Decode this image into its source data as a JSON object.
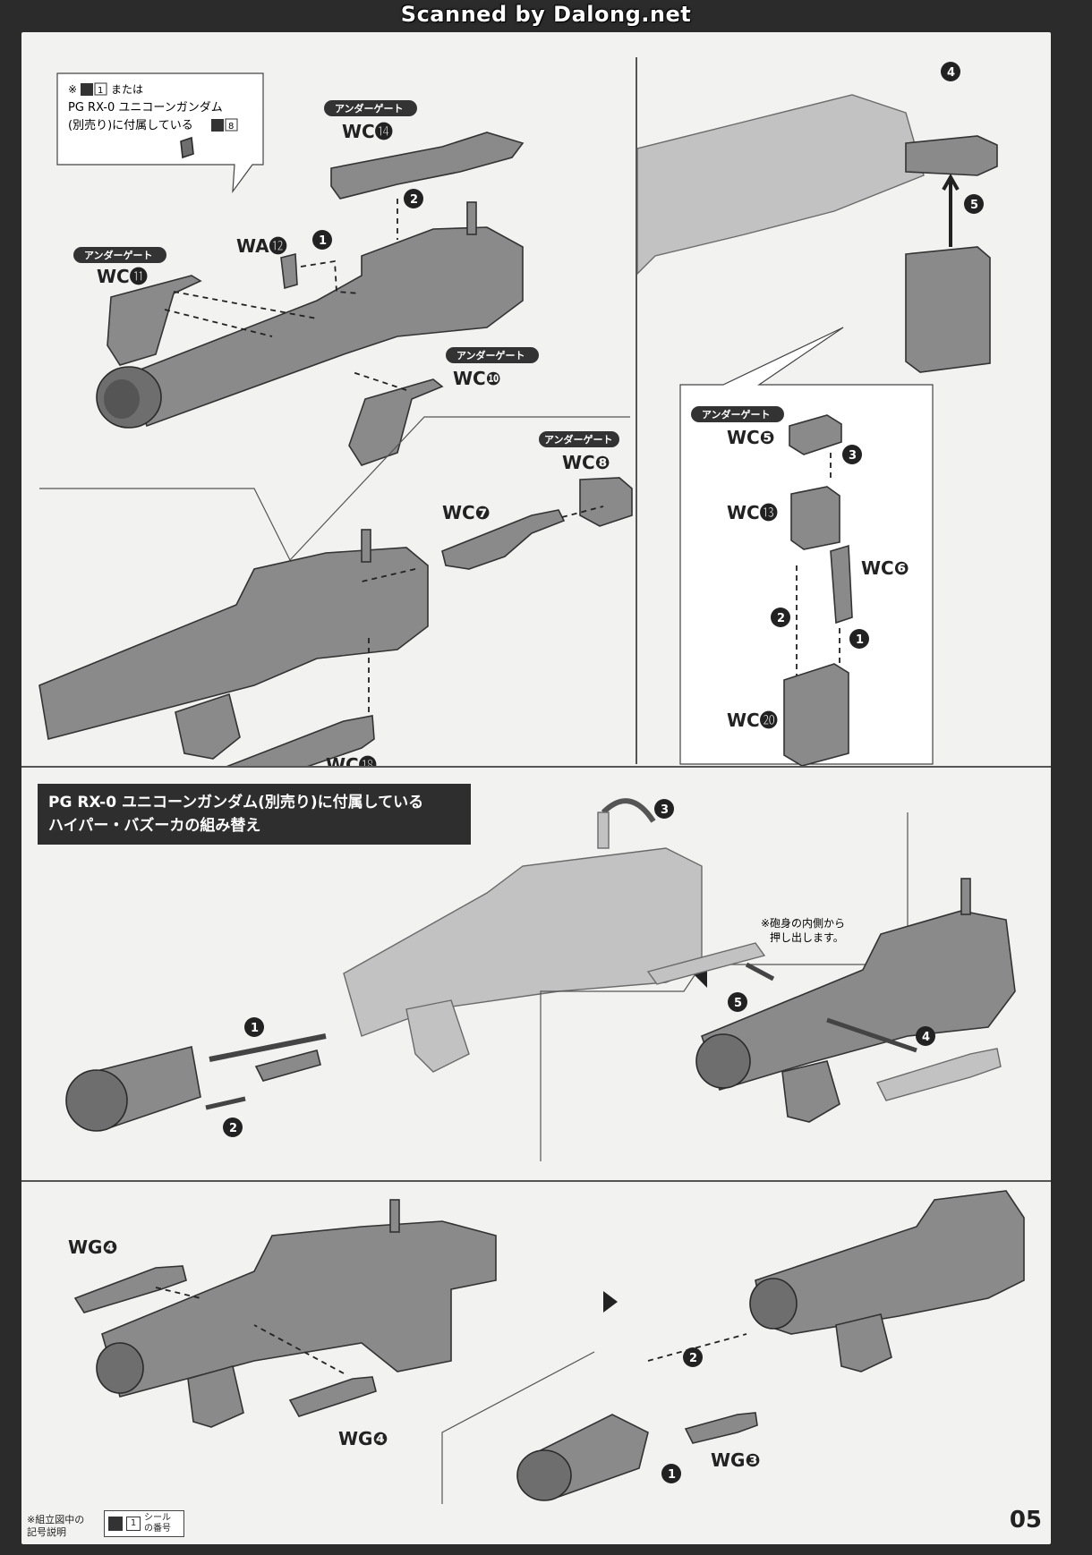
{
  "banner": "Scanned by Dalong.net",
  "note_top": {
    "line1_prefix": "※",
    "line1_num": "1",
    "line1_suffix": "または",
    "line2": "PG RX-0 ユニコーンガンダム",
    "line3_prefix": "(別売り)に付属している",
    "line3_num": "8"
  },
  "gate_label": "アンダーゲート",
  "parts": {
    "wc14": "WC⓮",
    "wa12": "WA⓬",
    "wc11": "WC⓫",
    "wc10": "WC❿",
    "wc8": "WC❽",
    "wc7": "WC❼",
    "wc18": "WC⓲",
    "wc5": "WC❺",
    "wc13": "WC⓭",
    "wc6": "WC❻",
    "wc20": "WC⓴",
    "wg4a": "WG❹",
    "wg4b": "WG❹",
    "wg3": "WG❸"
  },
  "steps": {
    "s1": "1",
    "s2": "2",
    "s3": "3",
    "s4": "4",
    "s5": "5"
  },
  "section": {
    "title_line1": "PG RX-0 ユニコーンガンダム(別売り)に付属している",
    "title_line2": "ハイパー・バズーカの組み替え"
  },
  "push_note": {
    "line1": "※砲身の内側から",
    "line2": "押し出します。"
  },
  "footer": {
    "note_line1": "※組立図中の",
    "note_line2": "記号説明",
    "legend_num": "1",
    "legend_line1": "シール",
    "legend_line2": "の番号"
  },
  "page_number": "05"
}
